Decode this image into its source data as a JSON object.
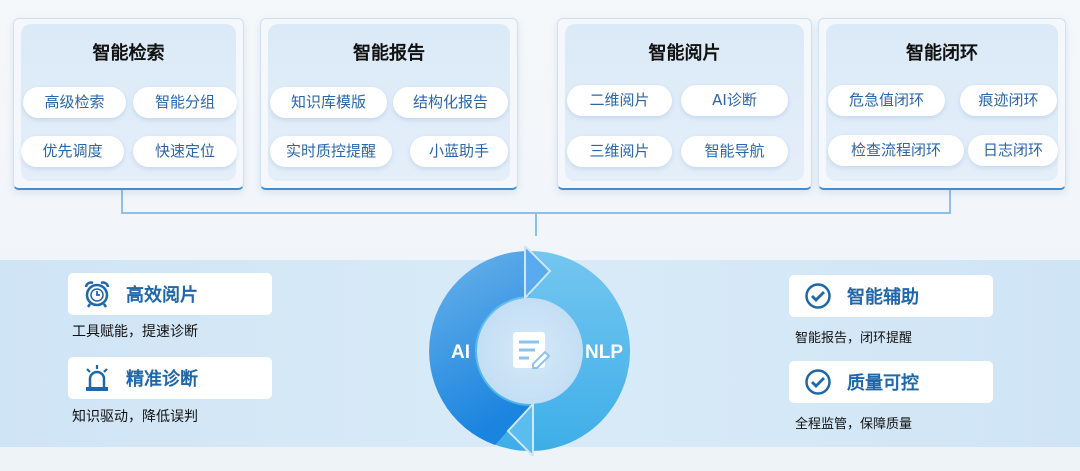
{
  "modules": [
    {
      "title": "智能检索",
      "items": [
        "高级检索",
        "智能分组",
        "优先调度",
        "快速定位"
      ]
    },
    {
      "title": "智能报告",
      "items": [
        "知识库模版",
        "结构化报告",
        "实时质控提醒",
        "小蓝助手"
      ]
    },
    {
      "title": "智能阅片",
      "items": [
        "二维阅片",
        "AI诊断",
        "三维阅片",
        "智能导航"
      ]
    },
    {
      "title": "智能闭环",
      "items": [
        "危急值闭环",
        "痕迹闭环",
        "检查流程闭环",
        "日志闭环"
      ]
    }
  ],
  "left": [
    {
      "title": "高效阅片",
      "desc": "工具赋能，提速诊断",
      "icon": "alarm-clock-icon"
    },
    {
      "title": "精准诊断",
      "desc": "知识驱动，降低误判",
      "icon": "siren-icon"
    }
  ],
  "right": [
    {
      "title": "智能辅助",
      "desc": "智能报告，闭环提醒",
      "icon": "check-circle-icon"
    },
    {
      "title": "质量可控",
      "desc": "全程监管，保障质量",
      "icon": "check-circle-icon"
    }
  ],
  "cycle": {
    "left_label": "AI",
    "right_label": "NLP",
    "center_icon": "document-edit-icon"
  },
  "colors": {
    "primary": "#1f67a8",
    "ring_dark": "#1a84df",
    "ring_light": "#5dbdee"
  }
}
